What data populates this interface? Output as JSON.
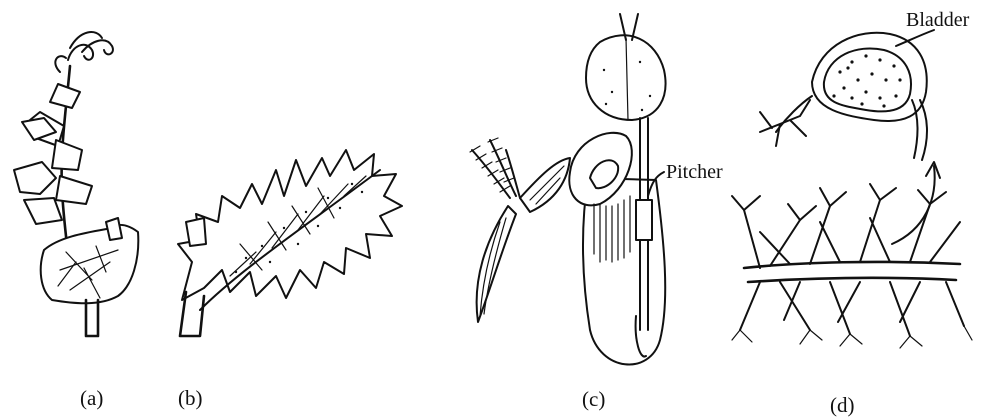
{
  "captions": {
    "a": "(a)",
    "b": "(b)",
    "c": "(c)",
    "d": "(d)"
  },
  "labels": {
    "pitcher": "Pitcher",
    "bladder": "Bladder"
  }
}
